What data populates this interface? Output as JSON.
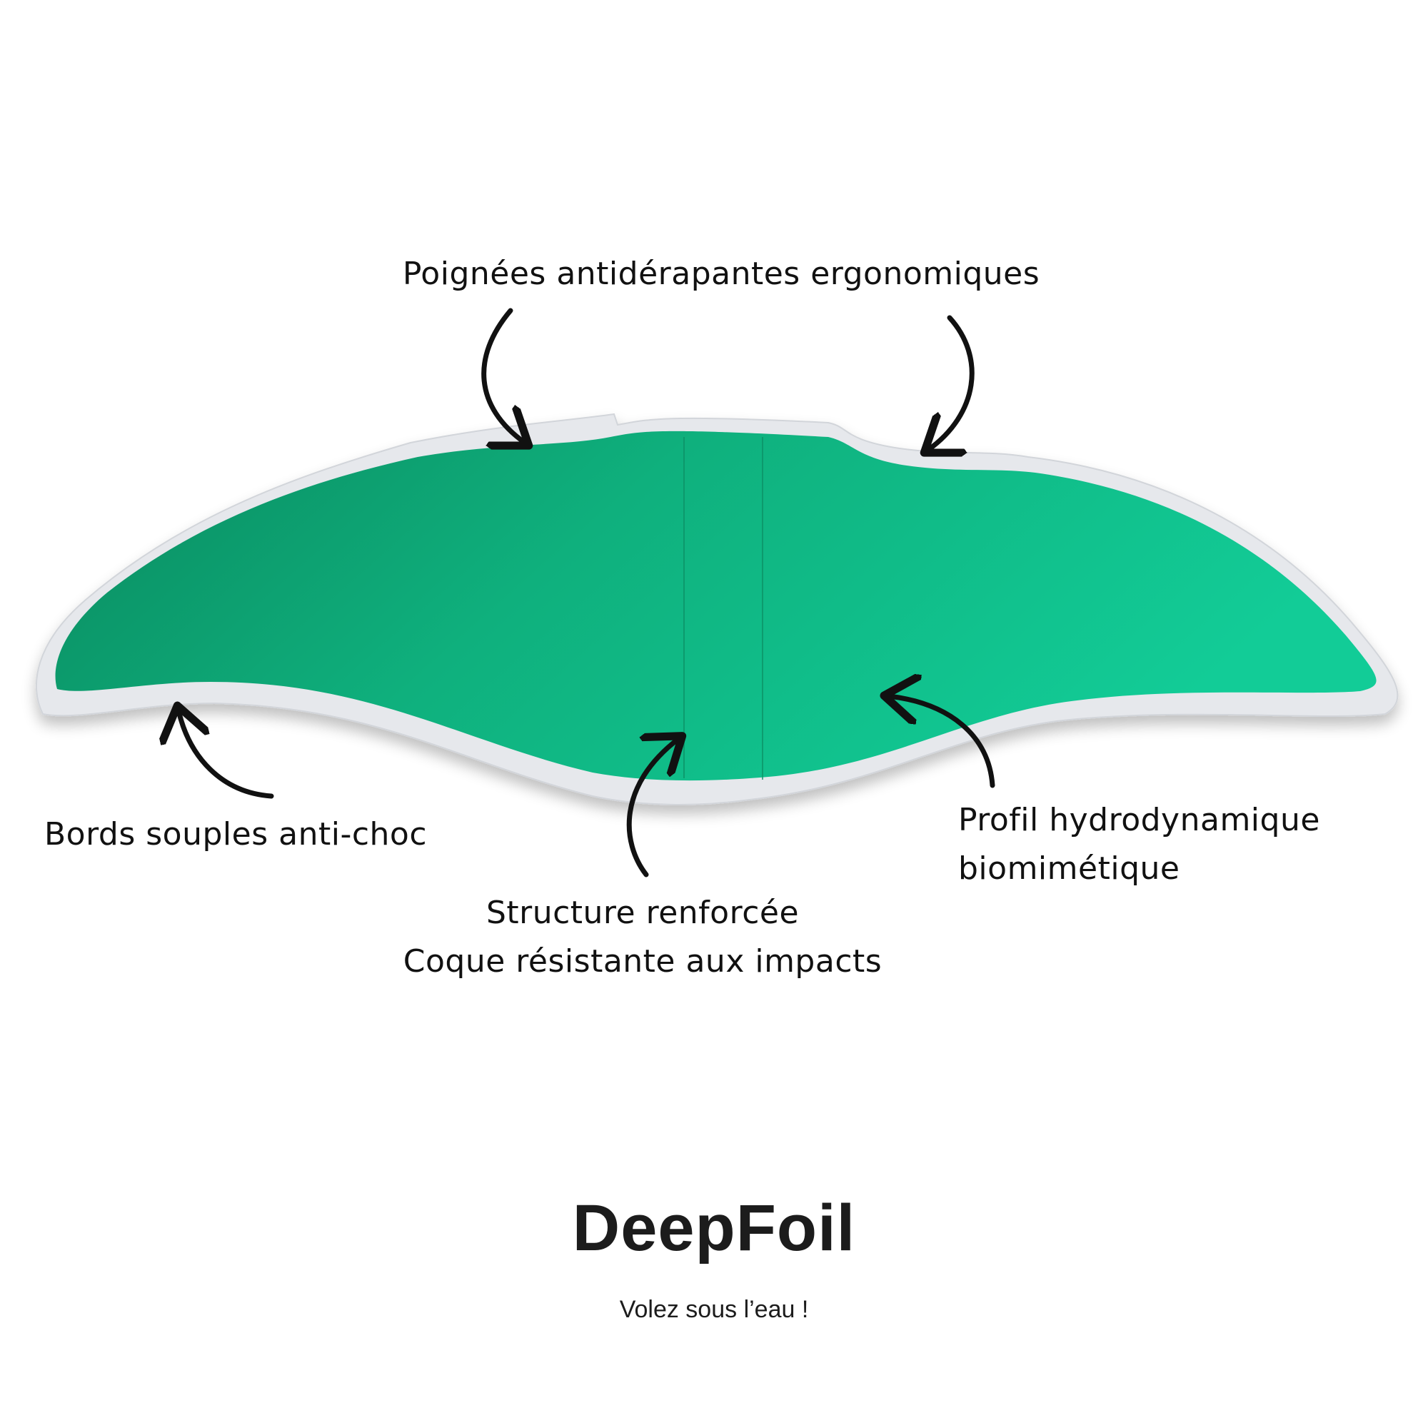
{
  "labels": {
    "handles": "Poignées antidérapantes ergonomiques",
    "edges": "Bords souples anti-choc",
    "structure_line1": "Structure renforcée",
    "structure_line2": "Coque résistante aux impacts",
    "profile_line1": "Profil hydrodynamique",
    "profile_line2": "biomimétique"
  },
  "brand": {
    "name": "DeepFoil",
    "tagline": "Volez sous l’eau !"
  },
  "colors": {
    "wing_green": "#0fb07d",
    "wing_green_light": "#12cc97",
    "wing_green_dark": "#0a8a5f",
    "rim": "#e6e8ec",
    "arrow": "#111111"
  }
}
